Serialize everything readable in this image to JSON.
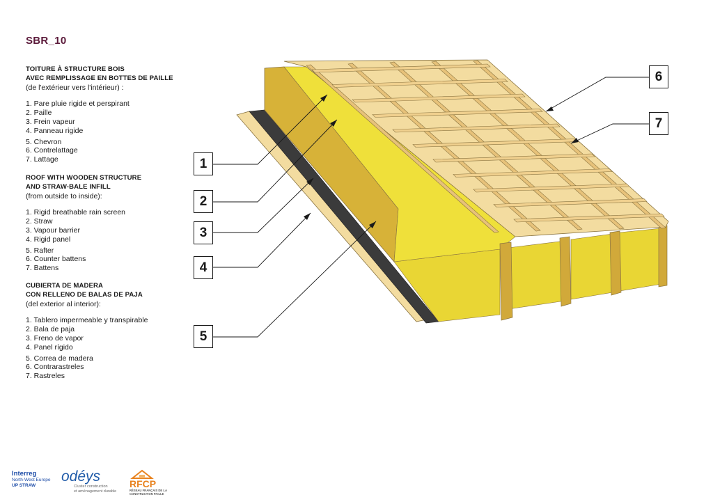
{
  "doc_code": "SBR_10",
  "legends": {
    "fr": {
      "title_line1": "TOITURE À STRUCTURE BOIS",
      "title_line2": "AVEC REMPLISSAGE EN BOTTES DE PAILLE",
      "subtitle": "(de l'extérieur vers l'intérieur) :",
      "items": [
        "1. Pare pluie rigide et perspirant",
        "2. Paille",
        "3. Frein vapeur",
        "4. Panneau rigide",
        "5. Chevron",
        "6. Contrelattage",
        "7. Lattage"
      ]
    },
    "en": {
      "title_line1": "ROOF WITH WOODEN STRUCTURE",
      "title_line2": "AND STRAW-BALE INFILL",
      "subtitle": "(from outside to inside):",
      "items": [
        "1. Rigid breathable rain screen",
        "2. Straw",
        "3. Vapour barrier",
        "4. Rigid panel",
        "5. Rafter",
        "6. Counter battens",
        "7. Battens"
      ]
    },
    "es": {
      "title_line1": "CUBIERTA DE MADERA",
      "title_line2": "CON RELLENO DE BALAS DE PAJA",
      "subtitle": "(del exterior al interior):",
      "items": [
        "1. Tablero impermeable y transpirable",
        "2. Bala de paja",
        "3. Freno de vapor",
        "4. Panel rígido",
        "5. Correa de madera",
        "6. Contrarastreles",
        "7. Rastreles"
      ]
    }
  },
  "callouts": [
    "1",
    "2",
    "3",
    "4",
    "5",
    "6",
    "7"
  ],
  "logos": {
    "interreg": {
      "line1": "Interreg",
      "line2": "North-West Europe",
      "line3": "UP STRAW"
    },
    "odeys": {
      "word": "odéys",
      "tagline_1": "Cluster construction",
      "tagline_2": "et aménagement durable"
    },
    "rfcp": {
      "word": "RFCP",
      "tagline_1": "RÉSEAU FRANÇAIS DE LA",
      "tagline_2": "CONSTRUCTION PAILLE"
    }
  },
  "colors": {
    "title": "#5b1a3a",
    "straw": "#efe03a",
    "timber": "#d6b035",
    "panel": "#f1d89a",
    "membrane": "#3b3b3b"
  }
}
